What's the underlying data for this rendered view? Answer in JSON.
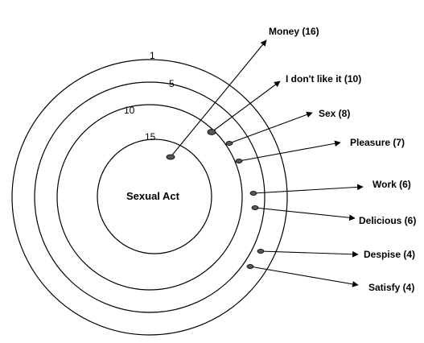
{
  "center_label": "Sexual Act",
  "ring_labels": [
    "1",
    "5",
    "10",
    "15"
  ],
  "words": [
    {
      "label": "Money (16)"
    },
    {
      "label": "I don't like it (10)"
    },
    {
      "label": "Sex (8)"
    },
    {
      "label": "Pleasure (7)"
    },
    {
      "label": "Work (6)"
    },
    {
      "label": "Delicious (6)"
    },
    {
      "label": "Despise (4)"
    },
    {
      "label": "Satisfy (4)"
    }
  ]
}
